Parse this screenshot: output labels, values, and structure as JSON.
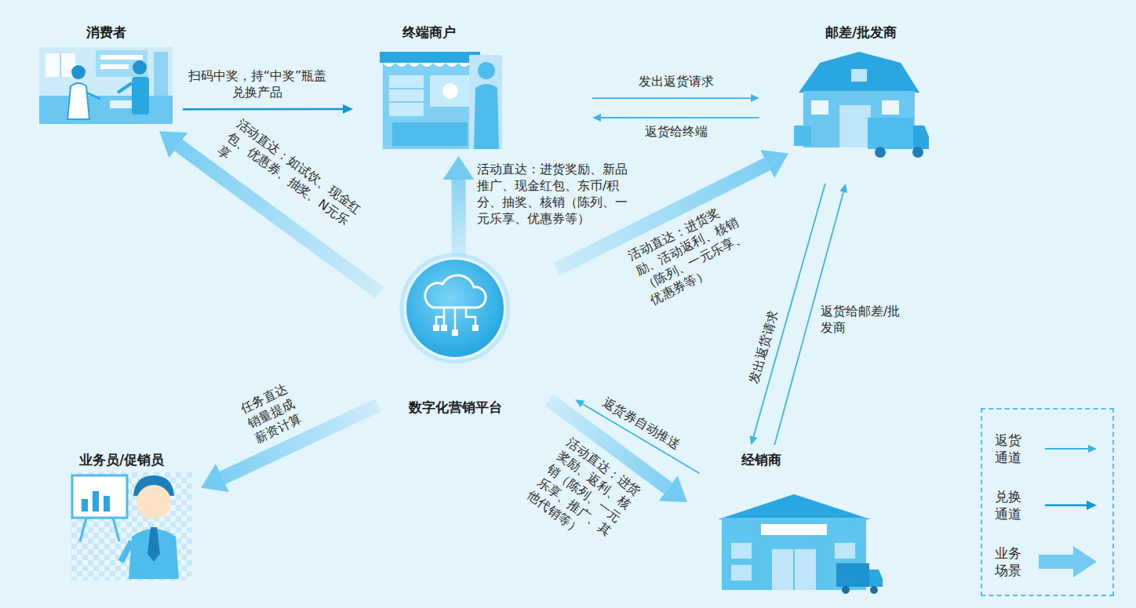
{
  "diagram": {
    "nodes": [
      {
        "text": [
          "消费者"
        ]
      },
      {
        "text": [
          "终端商户"
        ]
      },
      {
        "text": [
          "邮差/批发商"
        ]
      },
      {
        "text": [
          "数字化营销平台"
        ]
      },
      {
        "text": [
          "业务员/促销员"
        ]
      },
      {
        "text": [
          "经销商"
        ]
      }
    ],
    "edges": [
      {
        "from": 0,
        "to": 1,
        "arrow": "to",
        "label": "扫码中奖，持“中奖”瓶盖兑换产品"
      },
      {
        "from": 1,
        "to": 2,
        "arrow": "to",
        "label": "发出返货请求"
      },
      {
        "from": 2,
        "to": 1,
        "arrow": "to",
        "label": "返货给终端"
      },
      {
        "from": 3,
        "to": 0,
        "arrow": "to",
        "label": "活动直达：如试饮、现金红包、优惠券、抽奖、N元乐享"
      },
      {
        "from": 3,
        "to": 1,
        "arrow": "to",
        "label": "活动直达：进货奖励、新品推广、现金红包、东币/积分、抽奖、核销（陈列、一元乐享、优惠券等）"
      },
      {
        "from": 3,
        "to": 2,
        "arrow": "to",
        "label": "活动直达：进货奖励、活动返利、核销（陈列、一元乐享、优惠券等）"
      },
      {
        "from": 2,
        "to": 5,
        "arrow": "to",
        "label": "发出返货请求"
      },
      {
        "from": 5,
        "to": 2,
        "arrow": "to",
        "label": "返货给邮差/批发商"
      },
      {
        "from": 3,
        "to": 4,
        "arrow": "to",
        "label": "任务直达 销量提成 薪资计算"
      },
      {
        "from": 3,
        "to": 5,
        "arrow": "to",
        "label": "活动直达：进货奖励、返利、核销（陈列、一元乐享、推广、其他代销等）"
      },
      {
        "from": 5,
        "to": 3,
        "arrow": "to",
        "label": "返货券自动推送"
      }
    ],
    "legend": [
      {
        "text": "返货通道"
      },
      {
        "text": "兑换通道"
      },
      {
        "text": "业务场景"
      }
    ]
  }
}
